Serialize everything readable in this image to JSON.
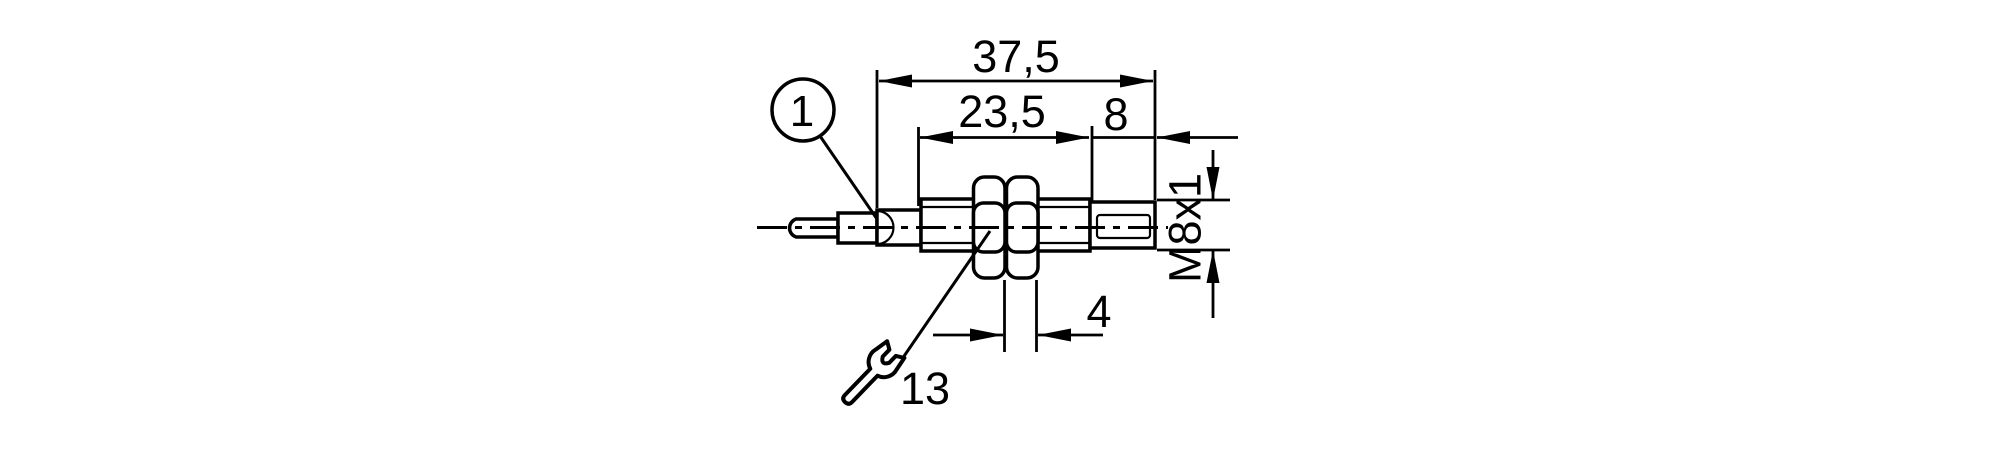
{
  "callout": {
    "label": "1"
  },
  "dimensions": {
    "total_length": "37,5",
    "thread_length": "23,5",
    "rear_length": "8",
    "nut_thickness": "4",
    "thread_size": "M8x1",
    "wrench_size": "13"
  },
  "icons": {
    "wrench": "open-end-wrench-icon"
  },
  "colors": {
    "line": "#000000",
    "background": "#ffffff"
  }
}
